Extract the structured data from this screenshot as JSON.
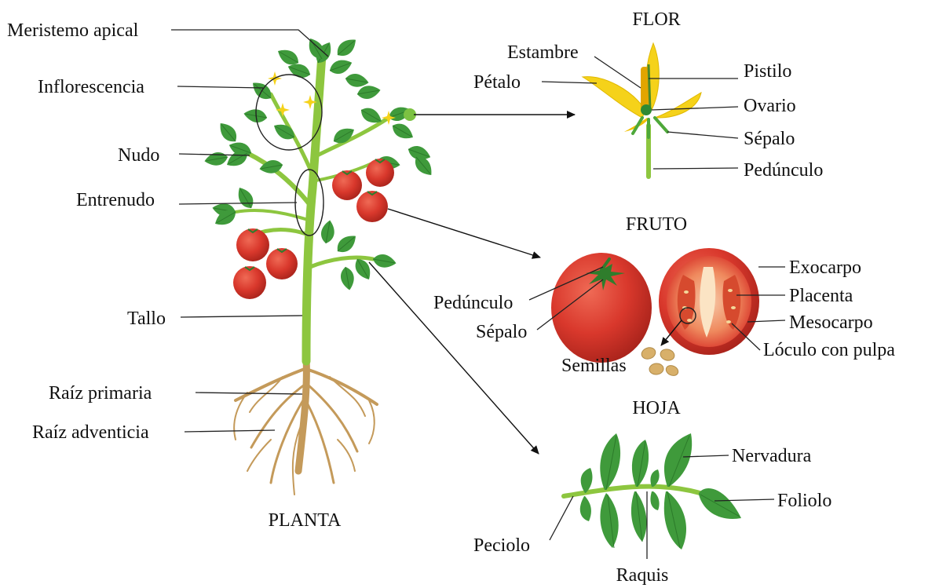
{
  "plant": {
    "caption": "PLANTA",
    "labels": {
      "meristemo": "Meristemo apical",
      "inflorescencia": "Inflorescencia",
      "nudo": "Nudo",
      "entrenudo": "Entrenudo",
      "tallo": "Tallo",
      "raiz_primaria": "Raíz primaria",
      "raiz_adventicia": "Raíz adventicia"
    }
  },
  "flower": {
    "caption": "FLOR",
    "labels": {
      "estambre": "Estambre",
      "petalo": "Pétalo",
      "pistilo": "Pistilo",
      "ovario": "Ovario",
      "sepalo": "Sépalo",
      "pedunculo": "Pedúnculo"
    }
  },
  "fruit": {
    "caption": "FRUTO",
    "labels": {
      "pedunculo": "Pedúnculo",
      "sepalo": "Sépalo",
      "semillas": "Semillas",
      "exocarpo": "Exocarpo",
      "placenta": "Placenta",
      "mesocarpo": "Mesocarpo",
      "loculo": "Lóculo con pulpa"
    }
  },
  "leaf": {
    "caption": "HOJA",
    "labels": {
      "nervadura": "Nervadura",
      "foliolo": "Foliolo",
      "peciolo": "Peciolo",
      "raquis": "Raquis"
    }
  },
  "colors": {
    "stem": "#8dc63f",
    "leaf": "#3f9a3b",
    "tomato": "#d9382c",
    "petal": "#f5d21a",
    "root": "#c49a5a"
  }
}
